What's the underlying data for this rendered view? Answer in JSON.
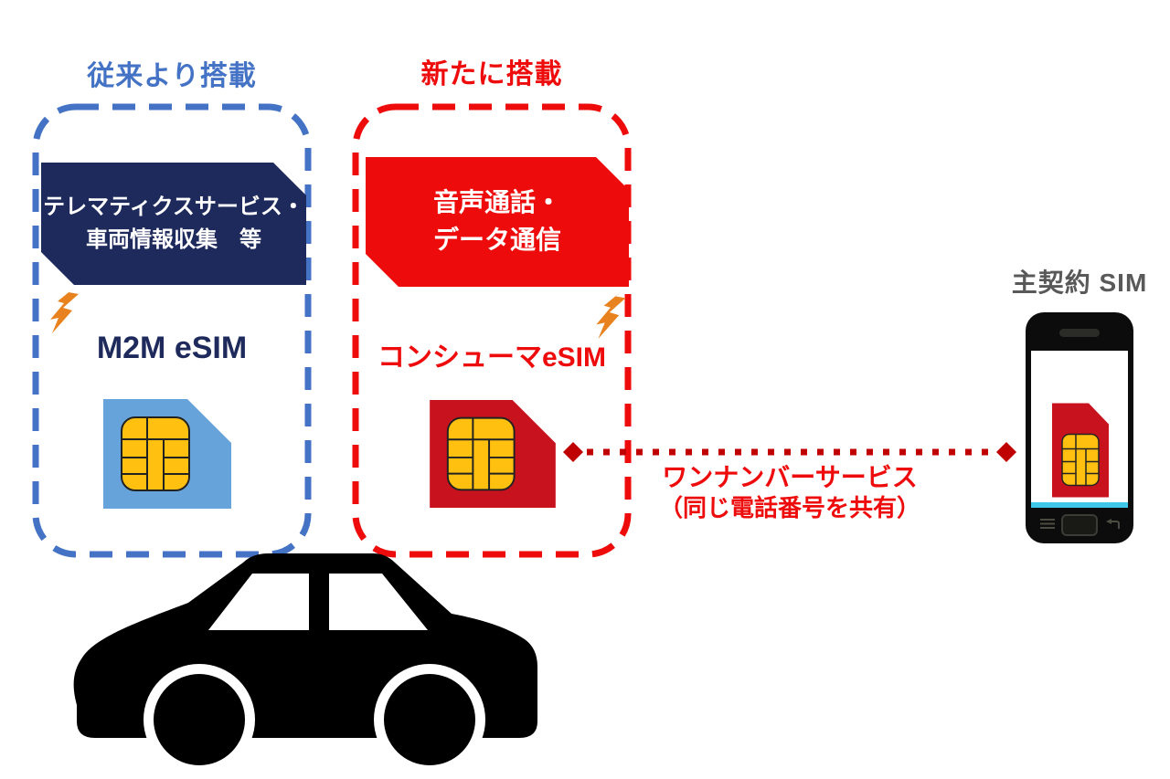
{
  "colors": {
    "blue": "#4472C4",
    "navy": "#1F2A5C",
    "red": "#EE0B0B",
    "dark_red": "#C00000",
    "sim_red": "#C8121E",
    "sim_blue": "#66A3DB",
    "chip_gold": "#FFC010",
    "chip_line": "#222222",
    "orange": "#E8821E",
    "label_gray": "#595959",
    "cyan": "#3EC7E8",
    "car_black": "#000000"
  },
  "conventional": {
    "title": "従来より搭載",
    "banner_line1": "テレマティクスサービス・",
    "banner_line2": "車両情報収集　等",
    "esim_label": "M2M eSIM"
  },
  "new_section": {
    "title": "新たに搭載",
    "banner_line1": "音声通話・",
    "banner_line2": "データ通信",
    "esim_label": "コンシューマeSIM"
  },
  "main_sim": {
    "label": "主契約 SIM"
  },
  "one_number": {
    "line1": "ワンナンバーサービス",
    "line2": "（同じ電話番号を共有）"
  }
}
